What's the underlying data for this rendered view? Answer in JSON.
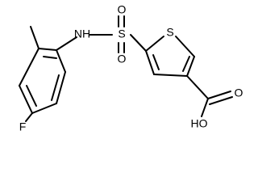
{
  "atoms": {
    "nh": "NH",
    "s_sulfonyl": "S",
    "o_top": "O",
    "o_bottom": "O",
    "s_ring": "S",
    "f": "F",
    "o_acid": "O",
    "hoh": "HO"
  }
}
